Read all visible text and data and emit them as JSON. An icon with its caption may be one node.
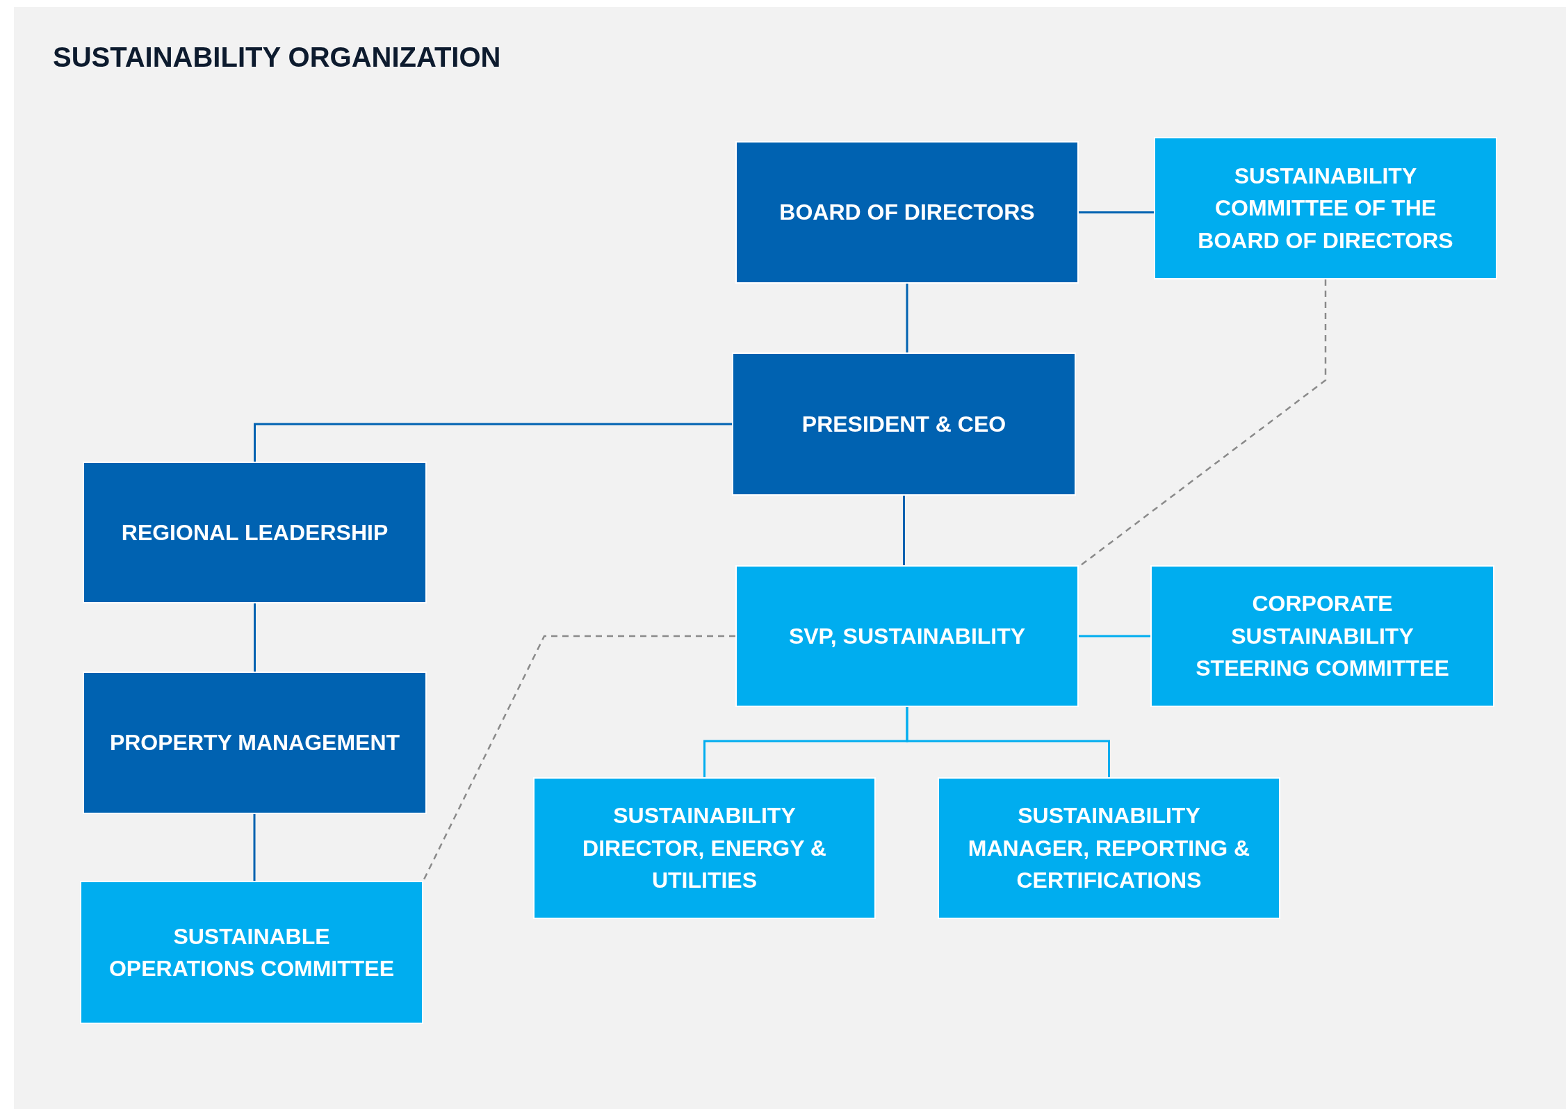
{
  "diagram": {
    "title": "SUSTAINABILITY ORGANIZATION",
    "nodes": [
      {
        "text": [
          "BOARD OF DIRECTORS"
        ]
      },
      {
        "text": [
          "SUSTAINABILITY COMMITTEE OF THE BOARD OF DIRECTORS"
        ]
      },
      {
        "text": [
          "PRESIDENT & CEO"
        ]
      },
      {
        "text": [
          "REGIONAL LEADERSHIP"
        ]
      },
      {
        "text": [
          "PROPERTY MANAGEMENT"
        ]
      },
      {
        "text": [
          "SUSTAINABLE OPERATIONS COMMITTEE"
        ]
      },
      {
        "text": [
          "SVP, SUSTAINABILITY"
        ]
      },
      {
        "text": [
          "CORPORATE SUSTAINABILITY STEERING COMMITTEE"
        ]
      },
      {
        "text": [
          "SUSTAINABILITY DIRECTOR, ENERGY & UTILITIES"
        ]
      },
      {
        "text": [
          "SUSTAINABILITY MANAGER, REPORTING & CERTIFICATIONS"
        ]
      }
    ],
    "edges": [
      {
        "from": 0,
        "to": 1,
        "arrow": "none"
      },
      {
        "from": 0,
        "to": 2,
        "arrow": "none"
      },
      {
        "from": 2,
        "to": 3,
        "arrow": "none"
      },
      {
        "from": 3,
        "to": 4,
        "arrow": "none"
      },
      {
        "from": 4,
        "to": 5,
        "arrow": "none"
      },
      {
        "from": 2,
        "to": 6,
        "arrow": "none"
      },
      {
        "from": 6,
        "to": 7,
        "arrow": "none",
        "color": "#00adef"
      },
      {
        "from": 6,
        "to": 8,
        "arrow": "none",
        "color": "#00adef"
      },
      {
        "from": 6,
        "to": 9,
        "arrow": "none",
        "color": "#00adef"
      },
      {
        "from": 1,
        "to": 6,
        "arrow": "none",
        "style": "dashed",
        "color": "#8a8a8a"
      },
      {
        "from": 6,
        "to": 5,
        "arrow": "none",
        "style": "dashed",
        "color": "#8a8a8a"
      }
    ]
  }
}
